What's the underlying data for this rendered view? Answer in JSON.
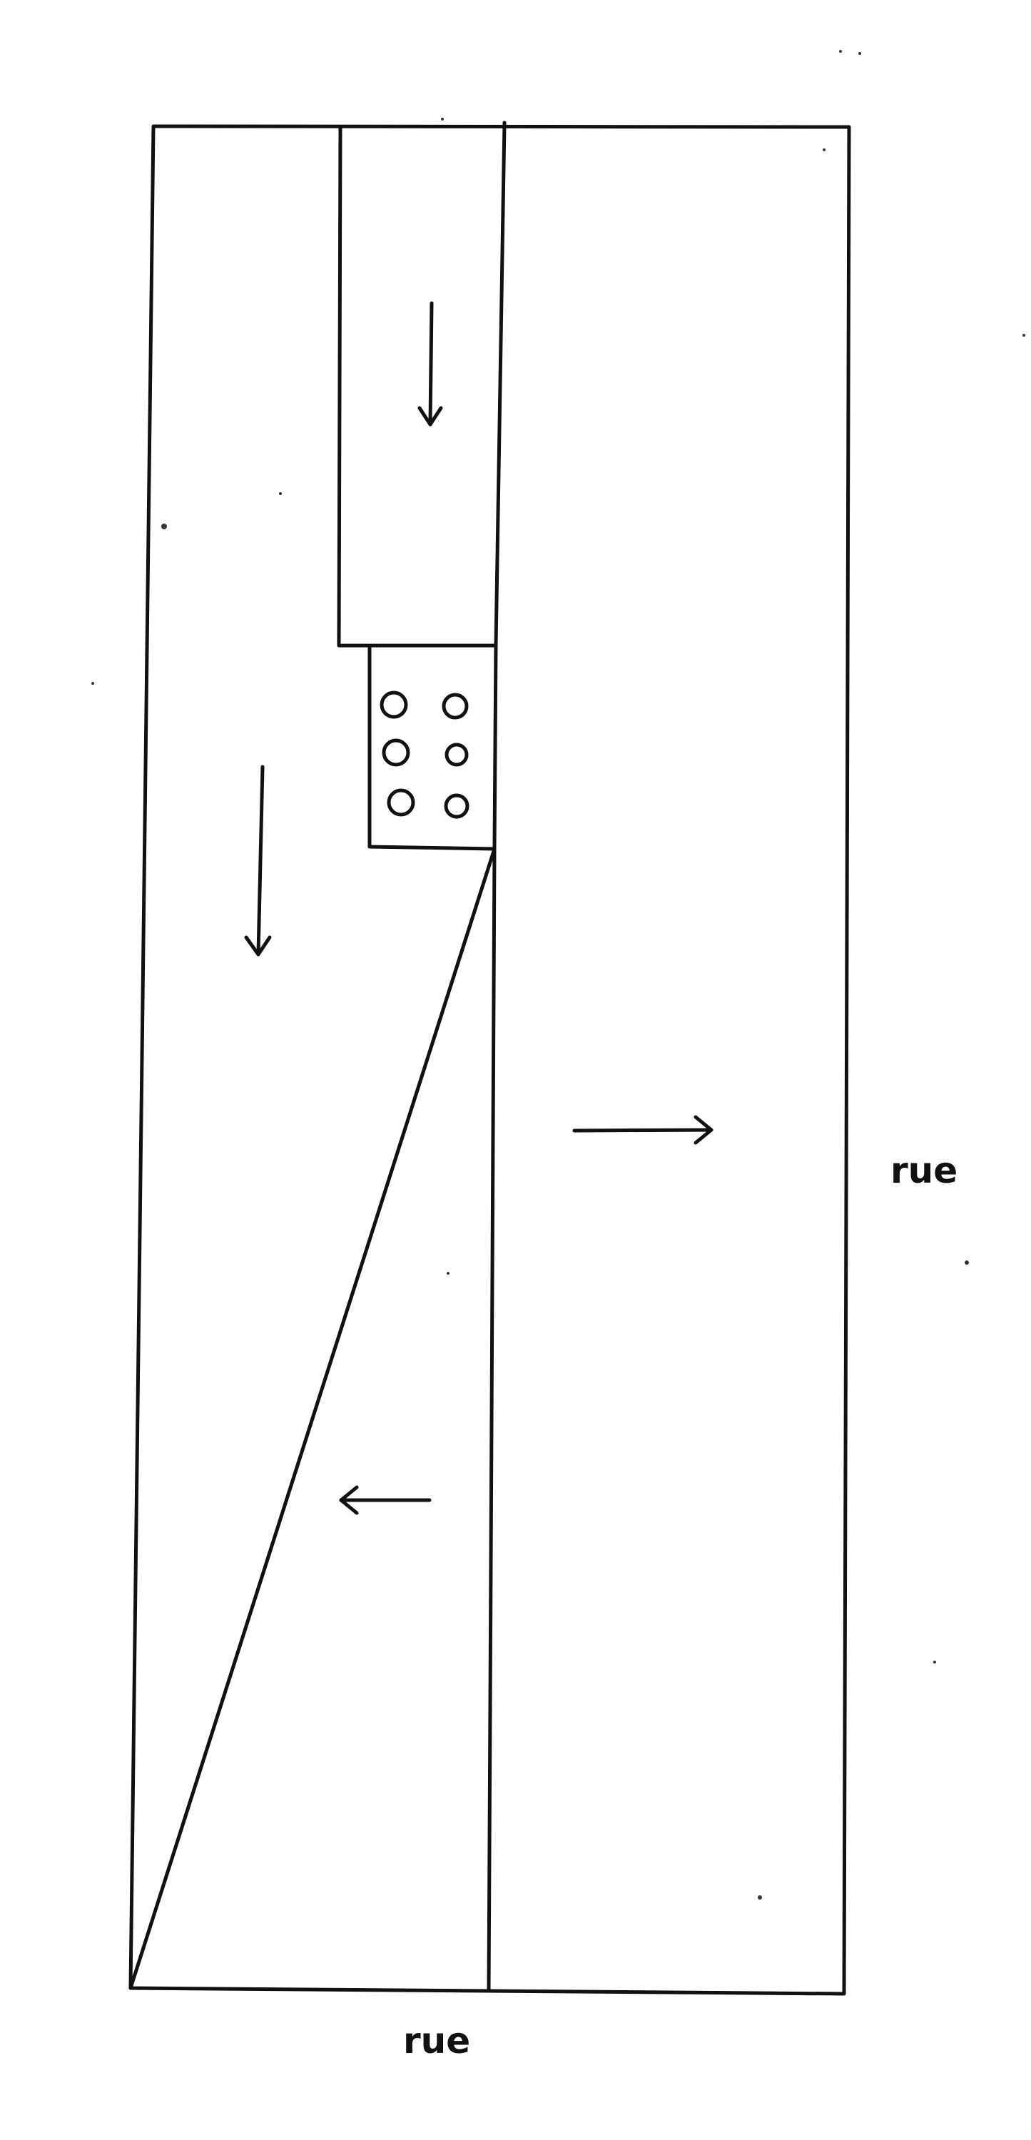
{
  "labels": {
    "street_right": "rue",
    "street_bottom": "rue"
  },
  "arrows": [
    {
      "name": "arrow-down-upper-block",
      "direction": "down"
    },
    {
      "name": "arrow-down-left-area",
      "direction": "down"
    },
    {
      "name": "arrow-right-right-area",
      "direction": "right"
    },
    {
      "name": "arrow-left-triangle-area",
      "direction": "left"
    }
  ],
  "circle_grid": {
    "rows": 3,
    "columns": 2
  },
  "colors": {
    "ink": "#111111",
    "paper": "#ffffff"
  }
}
